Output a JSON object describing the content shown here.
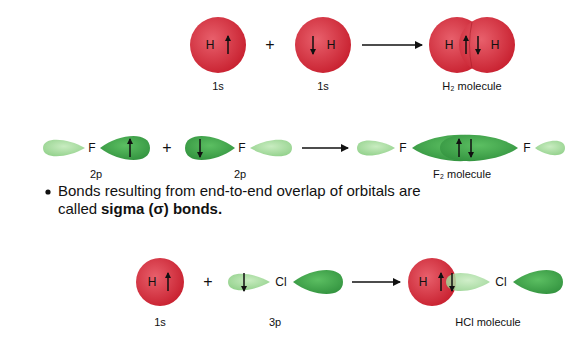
{
  "diagram": {
    "labels": [
      "H",
      "+",
      "H",
      "1s",
      "1s",
      "H",
      "H",
      "H₂ molecule",
      "F",
      "2p",
      "+",
      "F",
      "2p",
      "F",
      "F",
      "F₂ molecule",
      "Bonds resulting from end-to-end overlap of orbitals are called",
      "sigma (σ) bonds.",
      "H",
      "1s",
      "+",
      "Cl",
      "3p",
      "H",
      "Cl",
      "HCl molecule"
    ]
  }
}
